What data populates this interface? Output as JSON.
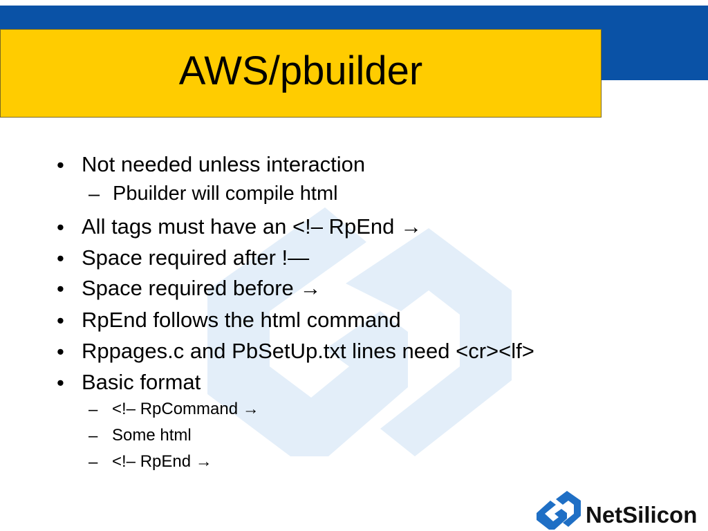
{
  "slide": {
    "title": "AWS/pbuilder",
    "bullet_char": "•",
    "dash_char": "–",
    "items": [
      {
        "level": 1,
        "text": "Not needed unless interaction"
      },
      {
        "level": 2,
        "text": "Pbuilder will compile html"
      },
      {
        "level": 1,
        "text": "All tags must have an <!– RpEnd →"
      },
      {
        "level": 1,
        "text": "Space required after !—"
      },
      {
        "level": 1,
        "text": "Space required before →"
      },
      {
        "level": 1,
        "text": "RpEnd follows the html command"
      },
      {
        "level": 1,
        "text": "Rppages.c and PbSetUp.txt lines need <cr><lf>"
      },
      {
        "level": 1,
        "text": "Basic format"
      },
      {
        "level": 2,
        "text": "<!– RpCommand →"
      },
      {
        "level": 2,
        "text": "Some html"
      },
      {
        "level": 2,
        "text": "<!– RpEnd →"
      }
    ]
  },
  "brand": {
    "logo_text": "NetSilicon",
    "accent": "#0a52a6",
    "title_bg": "#ffcc00"
  }
}
